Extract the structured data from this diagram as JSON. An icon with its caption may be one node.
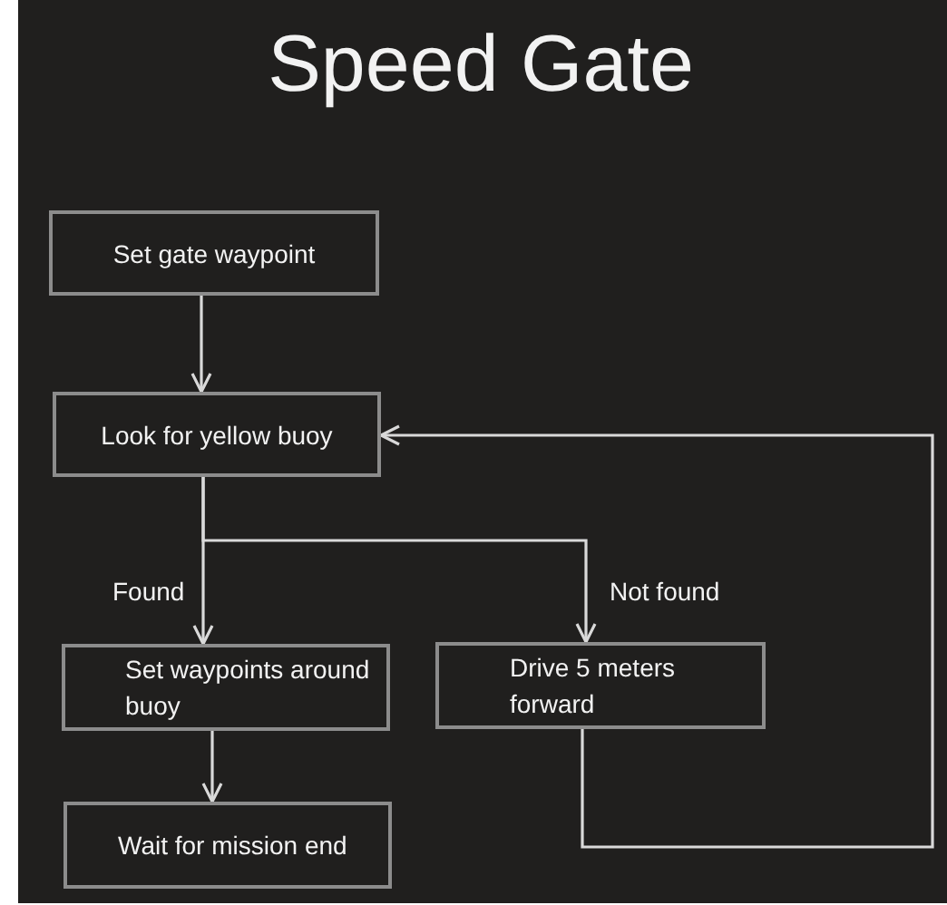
{
  "diagram": {
    "title": "Speed Gate",
    "nodes": [
      {
        "text": [
          "Set gate waypoint"
        ]
      },
      {
        "text": [
          "Look for yellow buoy"
        ]
      },
      {
        "text": [
          "Set waypoints around buoy"
        ]
      },
      {
        "text": [
          "Drive 5 meters forward"
        ]
      },
      {
        "text": [
          "Wait for mission end"
        ]
      }
    ],
    "edges": [
      {
        "from": 0,
        "to": 1,
        "arrow": "to"
      },
      {
        "from": 1,
        "to": 2,
        "arrow": "to",
        "label": "Found"
      },
      {
        "from": 1,
        "to": 3,
        "arrow": "to",
        "label": "Not found"
      },
      {
        "from": 3,
        "to": 1,
        "arrow": "to"
      },
      {
        "from": 2,
        "to": 4,
        "arrow": "to"
      }
    ]
  }
}
